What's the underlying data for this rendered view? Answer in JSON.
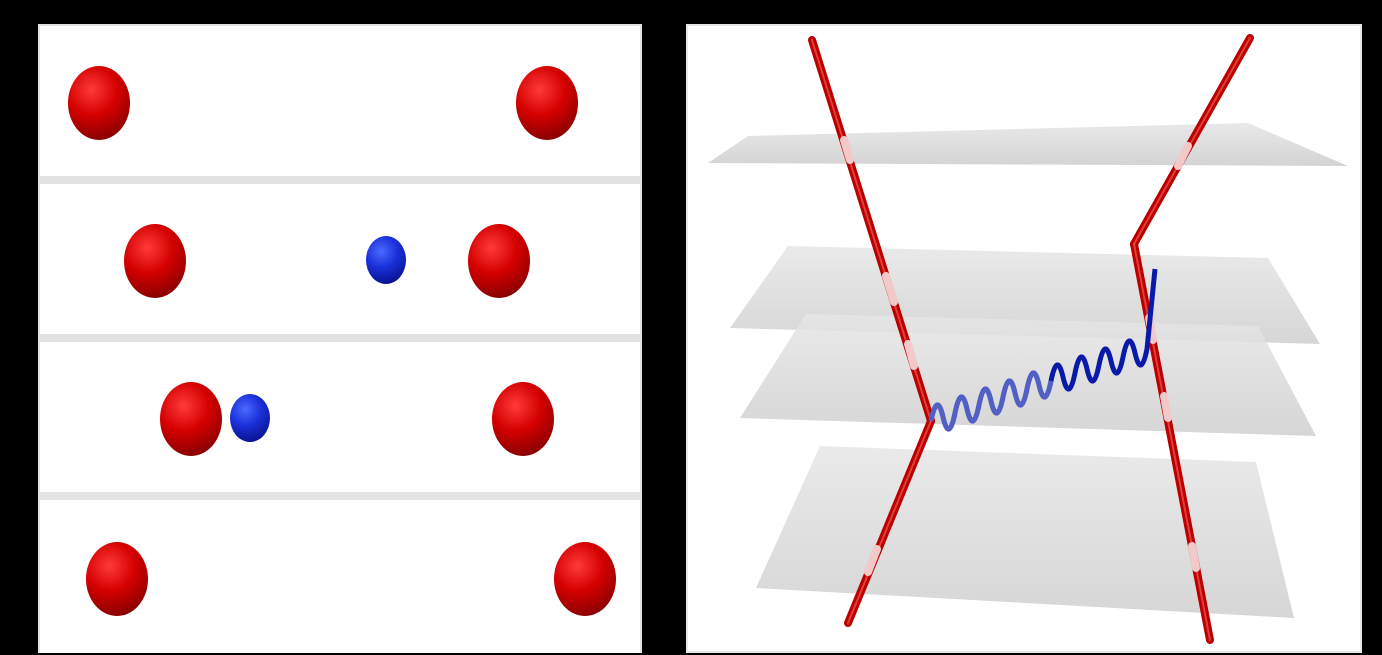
{
  "left": {
    "frames": [
      {
        "id": "t1",
        "electrons": 2,
        "photons": 0
      },
      {
        "id": "t2",
        "electrons": 2,
        "photons": 1
      },
      {
        "id": "t3",
        "electrons": 2,
        "photons": 1
      },
      {
        "id": "t4",
        "electrons": 2,
        "photons": 0
      }
    ]
  },
  "right": {
    "time_slices": 4,
    "worldlines": [
      "electron-a",
      "electron-b"
    ],
    "exchange": "virtual-photon"
  },
  "colors": {
    "electron": "#cc0000",
    "photon": "#0a1aa8",
    "slice": "#d4d4d4",
    "background": "#000000"
  }
}
